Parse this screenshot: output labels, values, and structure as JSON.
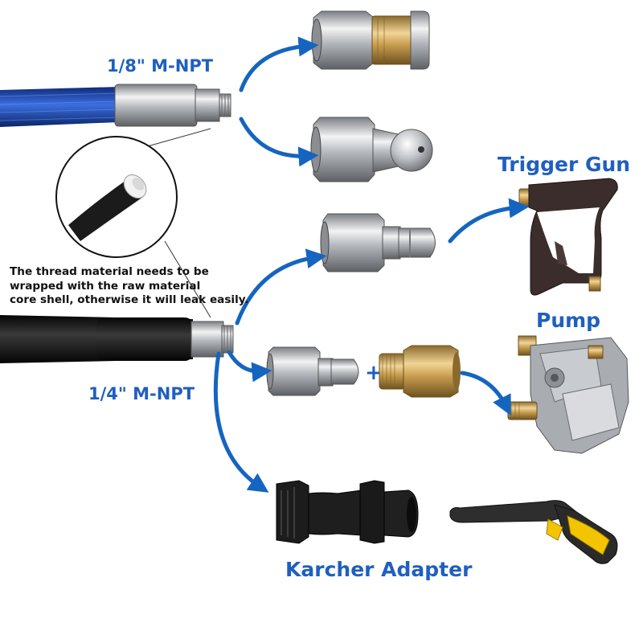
{
  "labels": {
    "npt_small": "1/8\" M-NPT",
    "npt_large": "1/4\" M-NPT",
    "trigger_gun": "Trigger Gun",
    "pump": "Pump",
    "karcher_adapter": "Karcher Adapter",
    "plus": "+"
  },
  "note": {
    "line1": "The thread material needs to be",
    "line2": "wrapped with the raw material",
    "line3": "core shell, otherwise it will leak easily."
  },
  "colors": {
    "label_blue": "#1f5fbf",
    "arrow_blue": "#1565c0",
    "hose_blue": "#1a47b8",
    "hose_black": "#151515",
    "steel": "#b9bcc0",
    "brass": "#c9a35a",
    "gun_yellow": "#f2c500"
  },
  "icons": [
    "blue-braided-hose-icon",
    "black-hose-icon",
    "rotating-nozzle-icon",
    "sewer-nozzle-icon",
    "quick-connect-icon",
    "brass-adapter-icon",
    "trigger-gun-icon",
    "pump-icon",
    "karcher-adapter-icon",
    "karcher-gun-icon",
    "hose-cross-section-icon"
  ]
}
